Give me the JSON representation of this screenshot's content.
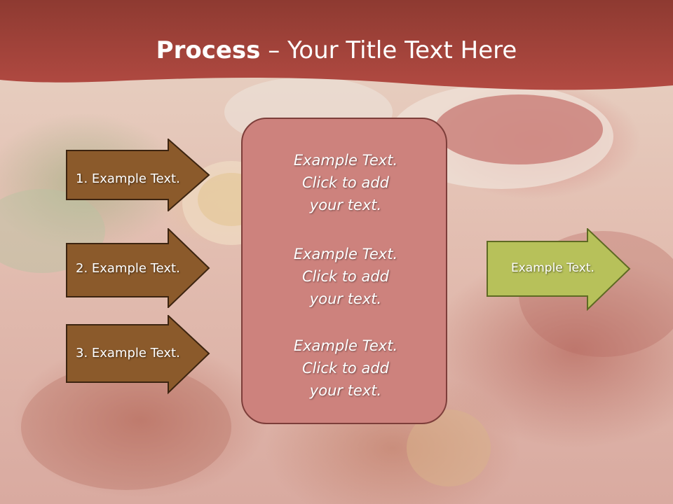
{
  "slide": {
    "title_bold": "Process",
    "title_dash": " – ",
    "title_rest": "Your Title Text Here"
  },
  "steps": [
    {
      "label": "1. Example Text."
    },
    {
      "label": "2. Example Text."
    },
    {
      "label": "3. Example Text."
    }
  ],
  "center_box": {
    "paragraphs": [
      {
        "lines": [
          "Example Text.",
          "Click  to add",
          "your text."
        ]
      },
      {
        "lines": [
          "Example Text.",
          "Click  to add",
          "your text."
        ]
      },
      {
        "lines": [
          "Example Text.",
          "Click  to add",
          "your text."
        ]
      }
    ]
  },
  "result": {
    "label": "Example Text."
  },
  "colors": {
    "banner": "#a3433b",
    "step_arrow": "#8b5a2b",
    "result_arrow": "#b7c15a",
    "center_box": "#cd827d"
  }
}
